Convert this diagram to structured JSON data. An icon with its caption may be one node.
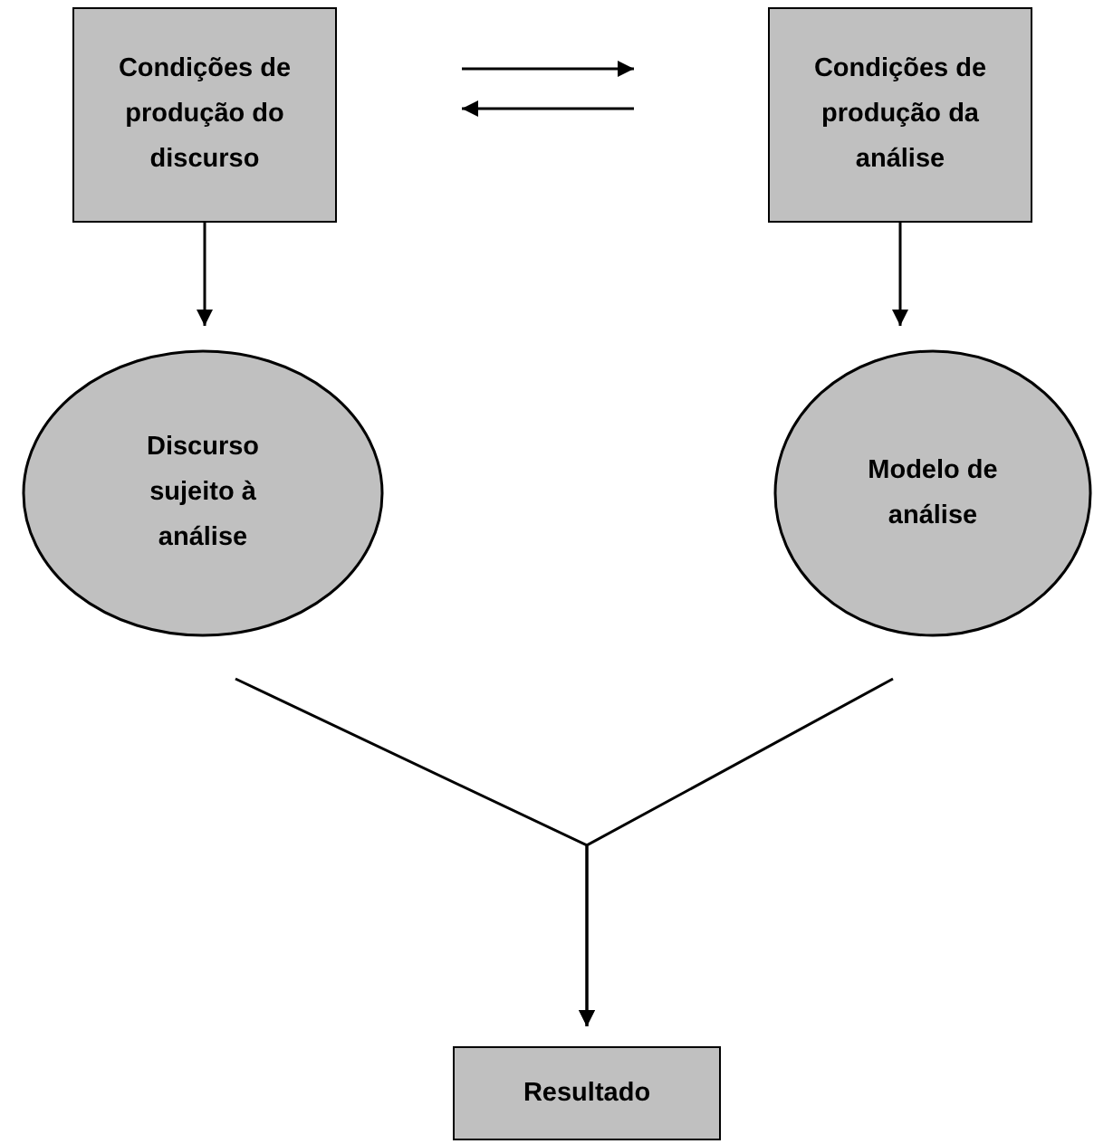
{
  "diagram": {
    "nodes": [
      {
        "text": [
          "Condições de produção do discurso"
        ]
      },
      {
        "text": [
          "Condições de produção da análise"
        ]
      },
      {
        "text": [
          "Discurso sujeito à análise"
        ]
      },
      {
        "text": [
          "Modelo de análise"
        ]
      },
      {
        "text": [
          "Resultado"
        ]
      }
    ],
    "edges": [
      {
        "from": 0,
        "to": 2,
        "arrow": "to"
      },
      {
        "from": 1,
        "to": 3,
        "arrow": "to"
      },
      {
        "from": 2,
        "to": 4,
        "arrow": "to"
      },
      {
        "from": 3,
        "to": 4,
        "arrow": "to"
      }
    ]
  }
}
